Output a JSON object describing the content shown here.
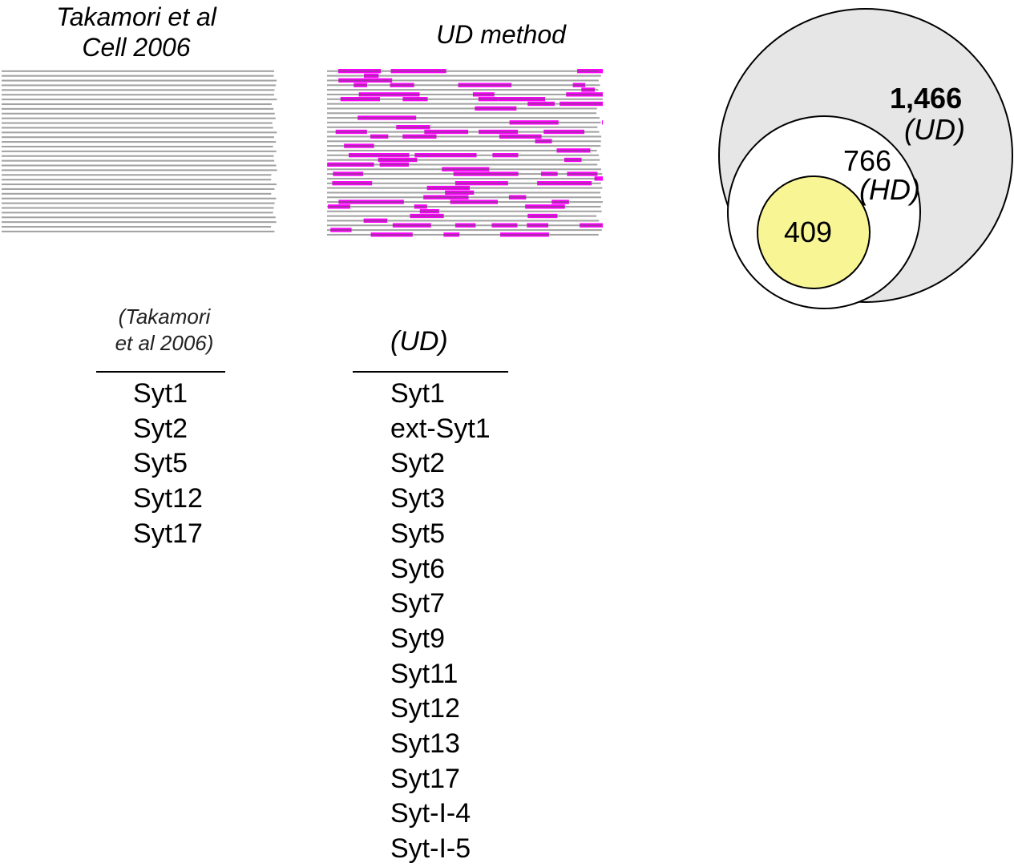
{
  "panels": {
    "left_title": [
      "Takamori et al",
      "Cell 2006"
    ],
    "middle_title": "UD method"
  },
  "colors": {
    "highlight": "#ff00ff",
    "outer_circle": "#e6e6e6",
    "inner_circle": "#f8f595",
    "sequence_text": "#555555"
  },
  "venn": {
    "outer_count": "1,466",
    "outer_label": "(UD)",
    "middle_count": "766",
    "middle_label": "(HD)",
    "inner_count": "409"
  },
  "lists": {
    "left_header": [
      "(Takamori",
      "et al 2006)"
    ],
    "left_items": [
      "Syt1",
      "Syt2",
      "Syt5",
      "Syt12",
      "Syt17"
    ],
    "right_header": "(UD)",
    "right_items": [
      "Syt1",
      "ext-Syt1",
      "Syt2",
      "Syt3",
      "Syt5",
      "Syt6",
      "Syt7",
      "Syt9",
      "Syt11",
      "Syt12",
      "Syt13",
      "Syt17",
      "Syt-I-4",
      "Syt-I-5"
    ]
  }
}
